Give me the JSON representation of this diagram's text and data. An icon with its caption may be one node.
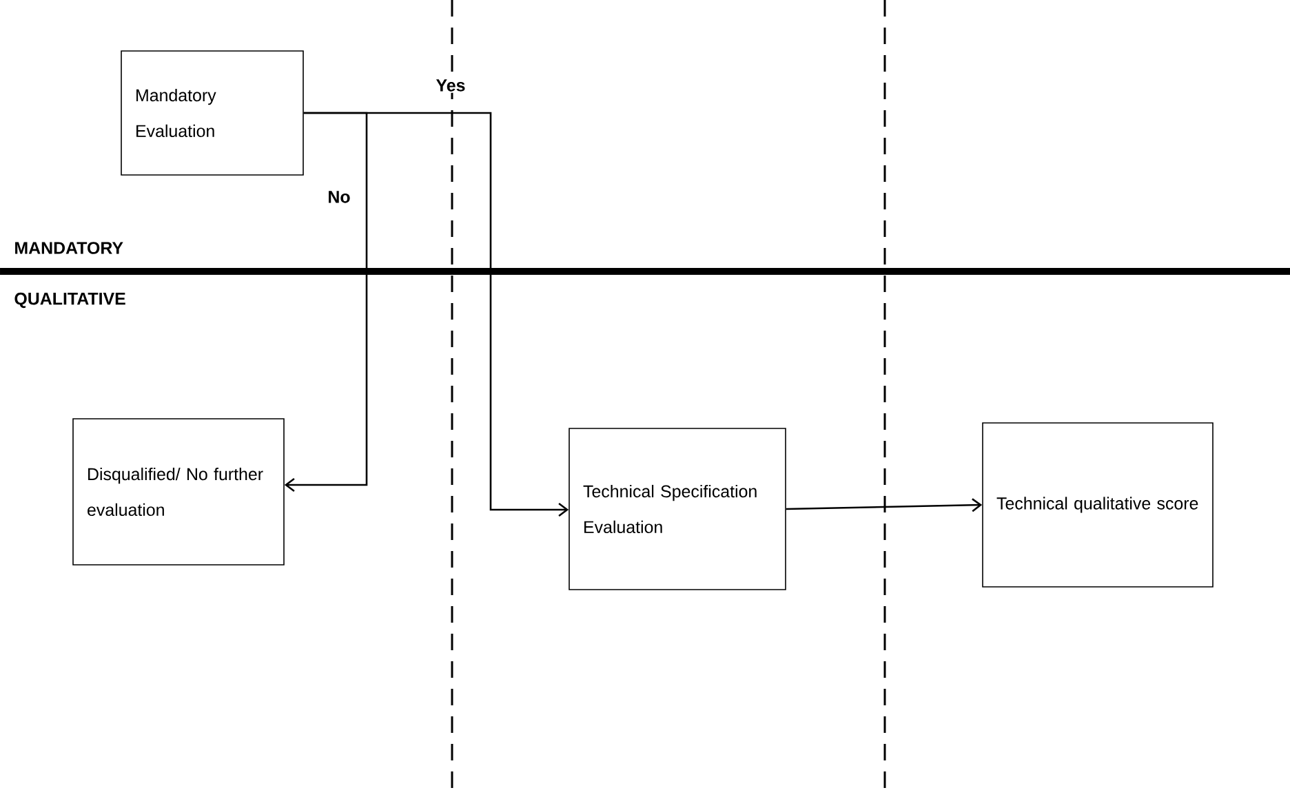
{
  "diagram": {
    "nodes": [
      {
        "text": [
          "Mandatory Evaluation"
        ]
      },
      {
        "text": [
          "Disqualified/ No further evaluation"
        ]
      },
      {
        "text": [
          "Technical Specification Evaluation"
        ]
      },
      {
        "text": [
          "Technical qualitative score"
        ]
      }
    ],
    "edges": [
      {
        "from": 0,
        "to": 1,
        "arrow": "to",
        "label": "No"
      },
      {
        "from": 0,
        "to": 2,
        "arrow": "to",
        "label": "Yes"
      },
      {
        "from": 2,
        "to": 3,
        "arrow": "to"
      }
    ],
    "labels": [
      "MANDATORY",
      "QUALITATIVE"
    ]
  }
}
